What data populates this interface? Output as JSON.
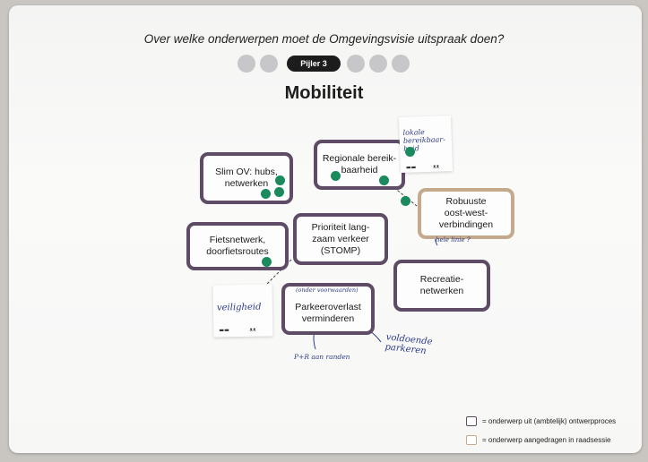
{
  "poster": {
    "question": "Over welke onderwerpen moet de Omgevingsvisie uitspraak doen?",
    "pillar_label": "Pijler 3",
    "title": "Mobiliteit"
  },
  "topics": [
    {
      "id": "slim-ov",
      "text": "Slim OV: hubs,\nnetwerken",
      "kind": "ambtelijk"
    },
    {
      "id": "regionale",
      "text": "Regionale bereik-\nbaarheid",
      "kind": "ambtelijk"
    },
    {
      "id": "robuuste",
      "text": "Robuuste\noost-west-\nverbindingen",
      "kind": "raadssessie"
    },
    {
      "id": "fietsnetwerk",
      "text": "Fietsnetwerk,\ndoorfietsroutes",
      "kind": "ambtelijk"
    },
    {
      "id": "prioriteit",
      "text": "Prioriteit lang-\nzaam verkeer\n(STOMP)",
      "kind": "ambtelijk"
    },
    {
      "id": "recreatie",
      "text": "Recreatie-\nnetwerken",
      "kind": "ambtelijk"
    },
    {
      "id": "parkeer",
      "text": "Parkeeroverlast\nverminderen",
      "kind": "ambtelijk"
    }
  ],
  "notes": {
    "lokale": "lokale\nbereikbaar-\nheid",
    "veiligheid": "veiligheid",
    "hele_linie": "hele linie ?",
    "onder_voorwaarden": "(onder voorwaarden)",
    "pr_aan_randen": "P+R aan randen",
    "voldoende_parkeren": "voldoende\nparkeren"
  },
  "legend": {
    "ambtelijk": "= onderwerp uit (ambtelijk) ontwerpproces",
    "raadssessie": "= onderwerp aangedragen in raadsessie"
  },
  "colors": {
    "ambtelijk_border": "#5e4b66",
    "raadssessie_border": "#c4a98c",
    "sticker": "#1b8a5e",
    "handwriting": "#2c3a88",
    "pill": "#1c1c1c",
    "dot": "#c7c7c9"
  }
}
